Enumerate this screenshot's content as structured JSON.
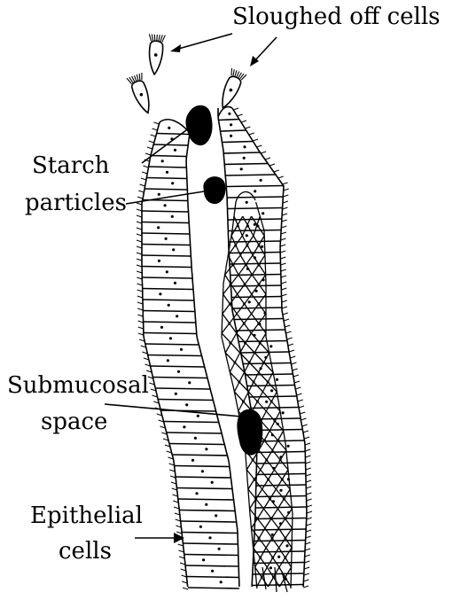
{
  "labels": {
    "sloughed_off_cells": "Sloughed off cells",
    "starch_line1": "Starch",
    "starch_line2": "particles",
    "submucosal_line1": "Submucosal",
    "submucosal_line2": "space",
    "epithelial_line1": "Epithelial",
    "epithelial_line2": "cells"
  },
  "colors": {
    "ink": "#000000",
    "paper": "#ffffff"
  }
}
